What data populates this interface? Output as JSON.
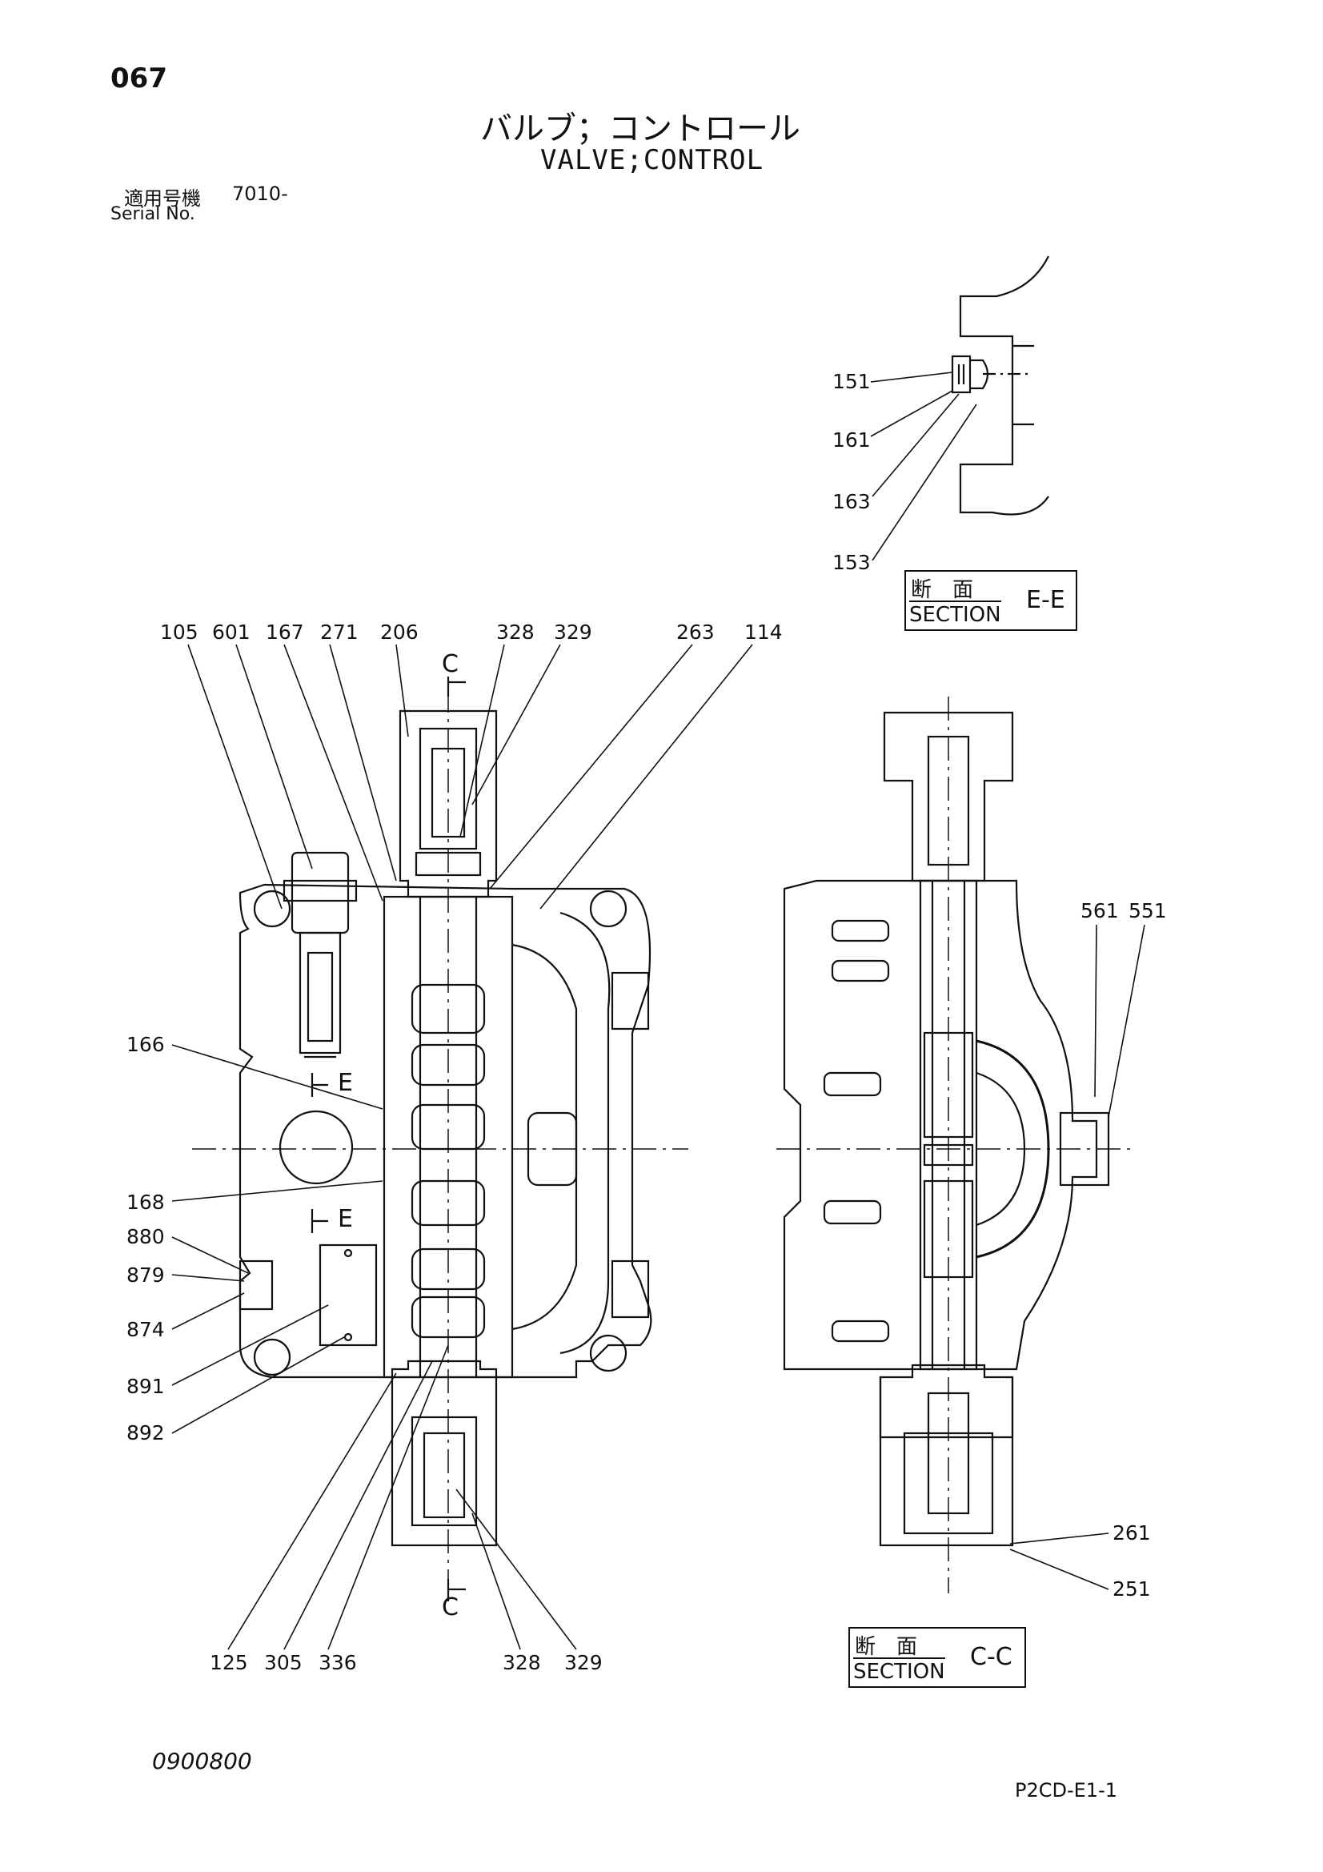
{
  "header": {
    "page_number": "067",
    "title_jp": "バルブ；コントロール",
    "title_en": "VALVE;CONTROL",
    "serial_label_jp": "適用号機",
    "serial_value": "7010-",
    "serial_label_en": "Serial No."
  },
  "footer": {
    "doc_number": "0900800",
    "figure_code": "P2CD-E1-1"
  },
  "sections": {
    "ee": {
      "jp": "断　面",
      "en": "SECTION",
      "id": "E-E"
    },
    "cc": {
      "jp": "断　面",
      "en": "SECTION",
      "id": "C-C"
    }
  },
  "section_marks": {
    "c": "C",
    "e": "E"
  },
  "part_labels": {
    "ee": [
      "151",
      "161",
      "163",
      "153"
    ],
    "top_row": [
      "105",
      "601",
      "167",
      "271",
      "206",
      "328",
      "329",
      "263",
      "114"
    ],
    "left_col": [
      "166",
      "168",
      "880",
      "879",
      "874",
      "891",
      "892"
    ],
    "bottom_row": [
      "125",
      "305",
      "336",
      "328",
      "329"
    ],
    "right": [
      "561",
      "551",
      "261",
      "251"
    ]
  },
  "colors": {
    "ink": "#111111",
    "paper": "#ffffff"
  }
}
